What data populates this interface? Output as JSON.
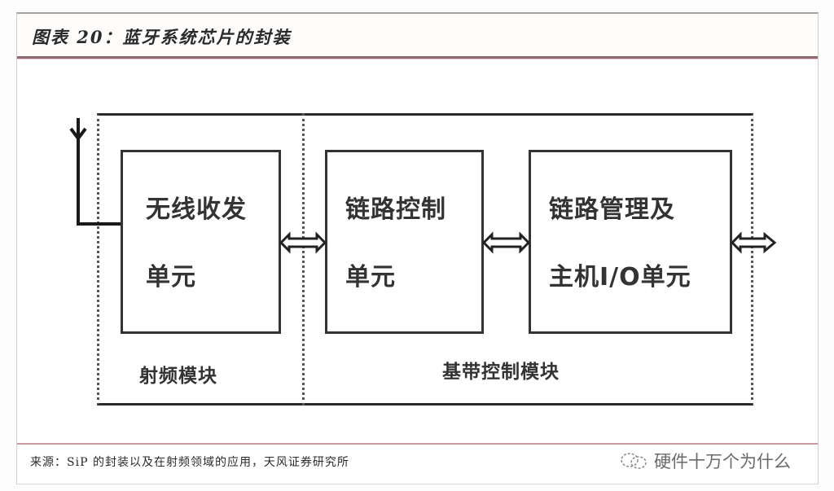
{
  "header": {
    "title": "图表 20：蓝牙系统芯片的封装"
  },
  "diagram": {
    "units": [
      {
        "id": "rf-transceiver",
        "line1": "无线收发",
        "line2": "单元"
      },
      {
        "id": "link-controller",
        "line1": "链路控制",
        "line2": "单元"
      },
      {
        "id": "link-manager-host-io",
        "line1": "链路管理及",
        "line2": "主机I/O单元"
      }
    ],
    "modules": [
      {
        "id": "rf-module",
        "label": "射频模块"
      },
      {
        "id": "baseband-module",
        "label": "基带控制模块"
      }
    ],
    "connectors": [
      {
        "from": "antenna",
        "to": "rf-transceiver",
        "type": "antenna-line"
      },
      {
        "from": "rf-transceiver",
        "to": "link-controller",
        "type": "bidirectional"
      },
      {
        "from": "link-controller",
        "to": "link-manager-host-io",
        "type": "bidirectional"
      },
      {
        "from": "link-manager-host-io",
        "to": "external",
        "type": "bidirectional"
      }
    ]
  },
  "footer": {
    "source": "来源：SiP 的封装以及在射频领域的应用，天风证券研究所",
    "watermark": "硬件十万个为什么"
  }
}
